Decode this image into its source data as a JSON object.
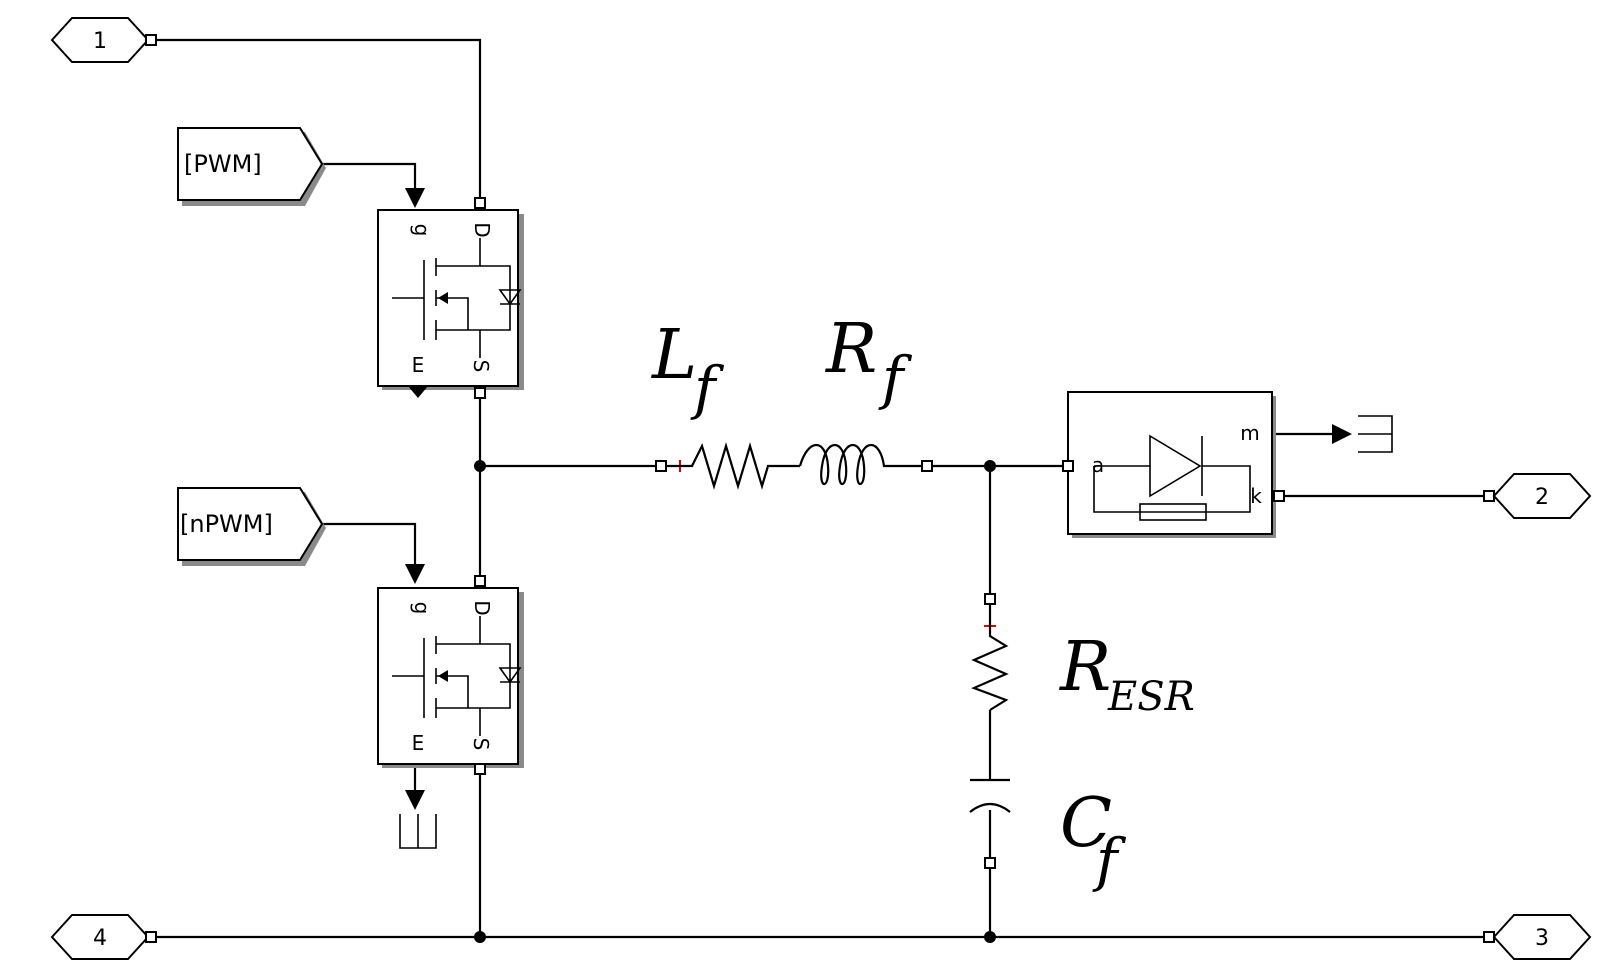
{
  "ports": {
    "p1": "1",
    "p2": "2",
    "p3": "3",
    "p4": "4"
  },
  "goto_tags": {
    "pwm": "[PWM]",
    "npwm": "[nPWM]"
  },
  "mosfet_pins": {
    "gate": "g",
    "drain": "D",
    "source": "S",
    "measure": "E"
  },
  "diode_pins": {
    "anode": "a",
    "cathode": "k",
    "measure": "m"
  },
  "component_labels": {
    "inductor": {
      "main": "L",
      "sub": "f"
    },
    "resistor": {
      "main": "R",
      "sub": "f"
    },
    "esr": {
      "main": "R",
      "sub": "ESR"
    },
    "capacitor": {
      "main": "C",
      "sub": "f"
    }
  }
}
